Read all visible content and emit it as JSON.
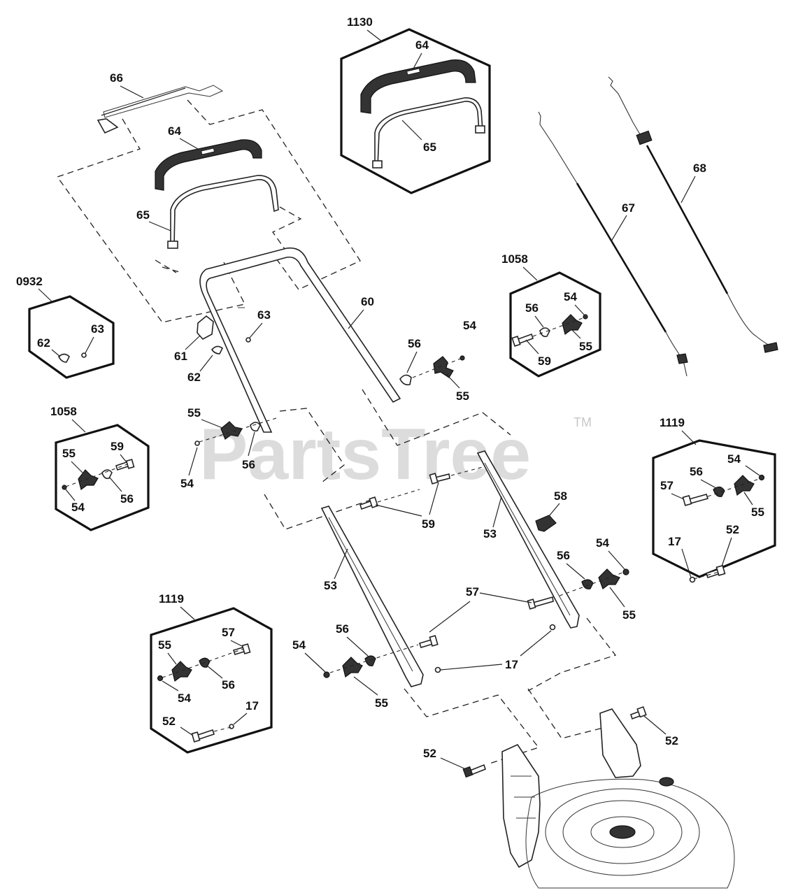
{
  "watermark": {
    "text": "PartsTree",
    "tm": "TM"
  },
  "kits": {
    "k1130": "1130",
    "k0932": "0932",
    "k1058_left": "1058",
    "k1058_right": "1058",
    "k1119_right": "1119",
    "k1119_left": "1119"
  },
  "callouts": {
    "c66": "66",
    "c64_main": "64",
    "c65_main": "65",
    "c64_kit": "64",
    "c65_kit": "65",
    "c67": "67",
    "c68": "68",
    "c60": "60",
    "c61": "61",
    "c62": "62",
    "c63": "63",
    "c56_a": "56",
    "c54_a": "54",
    "c55_a": "55",
    "c55_b": "55",
    "c56_b": "56",
    "c54_b": "54",
    "c59_a": "59",
    "c59_b": "59",
    "c53_a": "53",
    "c53_b": "53",
    "c58": "58",
    "c56_c": "56",
    "c54_c": "54",
    "c55_c": "55",
    "c57_a": "57",
    "c17_a": "17",
    "c54_d": "54",
    "c56_d": "56",
    "c55_d": "55",
    "c52_a": "52",
    "c52_b": "52",
    "k0932_62": "62",
    "k0932_63": "63",
    "k1058L_55": "55",
    "k1058L_59": "59",
    "k1058L_54": "54",
    "k1058L_56": "56",
    "k1058R_56": "56",
    "k1058R_54": "54",
    "k1058R_55": "55",
    "k1058R_59": "59",
    "k1119R_57": "57",
    "k1119R_56": "56",
    "k1119R_54": "54",
    "k1119R_55": "55",
    "k1119R_17": "17",
    "k1119R_52": "52",
    "k1119L_55": "55",
    "k1119L_57": "57",
    "k1119L_54": "54",
    "k1119L_56": "56",
    "k1119L_52": "52",
    "k1119L_17": "17"
  }
}
